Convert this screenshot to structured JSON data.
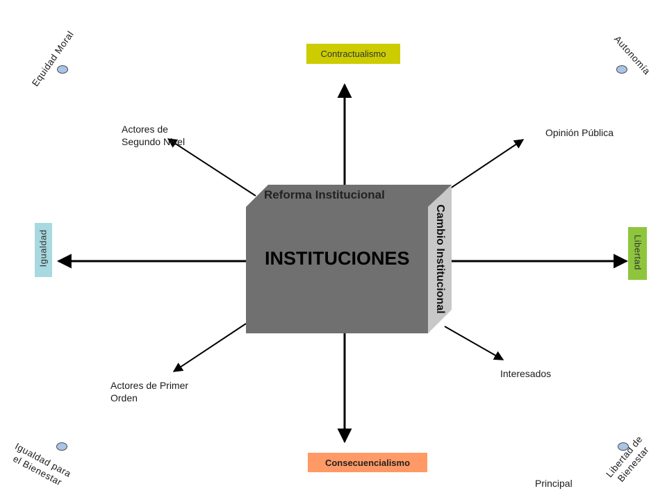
{
  "center": {
    "title": "INSTITUCIONES",
    "top_face": "Reforma Institucional",
    "side_face": "Cambio Institucional"
  },
  "axes": {
    "top": "Contractualismo",
    "bottom": "Consecuencialismo",
    "left": "Igualdad",
    "right": "Libertad"
  },
  "actors": {
    "top_left": "Actores de\nSegundo Nivel",
    "top_right": "Opinión Pública",
    "bottom_left": "Actores de Primer\nOrden",
    "bottom_right": "Interesados",
    "bottom_far_right": "Principal"
  },
  "corners": {
    "top_left": "Equidad Moral",
    "top_right": "Autonomía",
    "bottom_left_line1": "Igualdad para",
    "bottom_left_line2": "el Bienestar",
    "bottom_right_line1": "Libertad de",
    "bottom_right_line2": "Bienestar"
  },
  "colors": {
    "contractualismo": "#cccc00",
    "consecuencialismo": "#ff9966",
    "igualdad": "#a8d8e0",
    "libertad": "#8ec53d",
    "cube_front": "#707070",
    "cube_side": "#c8c8c8",
    "cube_top": "#707070"
  }
}
